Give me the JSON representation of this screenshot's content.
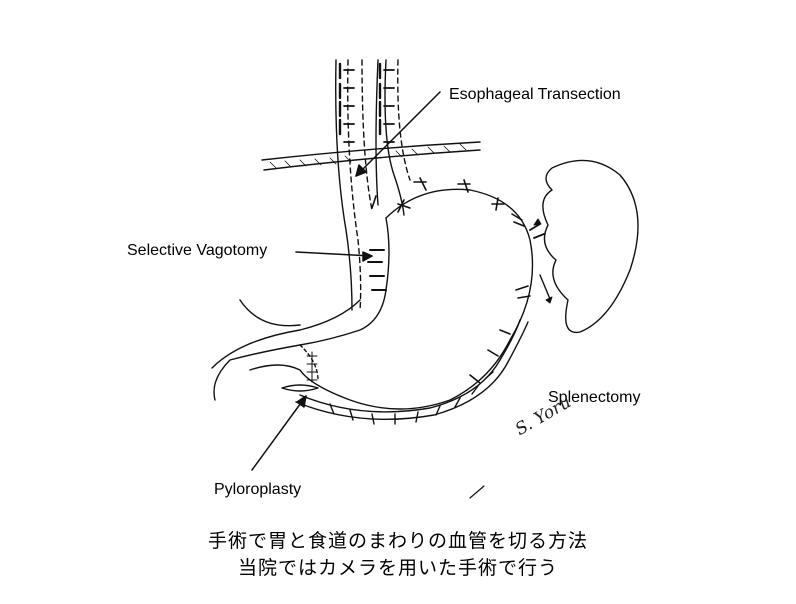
{
  "labels": {
    "esophageal": "Esophageal Transection",
    "vagotomy": "Selective Vagotomy",
    "splenectomy": "Splenectomy",
    "pyloroplasty": "Pyloroplasty"
  },
  "caption": {
    "line1": "手術で胃と食道のまわりの血管を切る方法",
    "line2": "当院ではカメラを用いた手術で行う"
  },
  "signature": "S. Yoru"
}
